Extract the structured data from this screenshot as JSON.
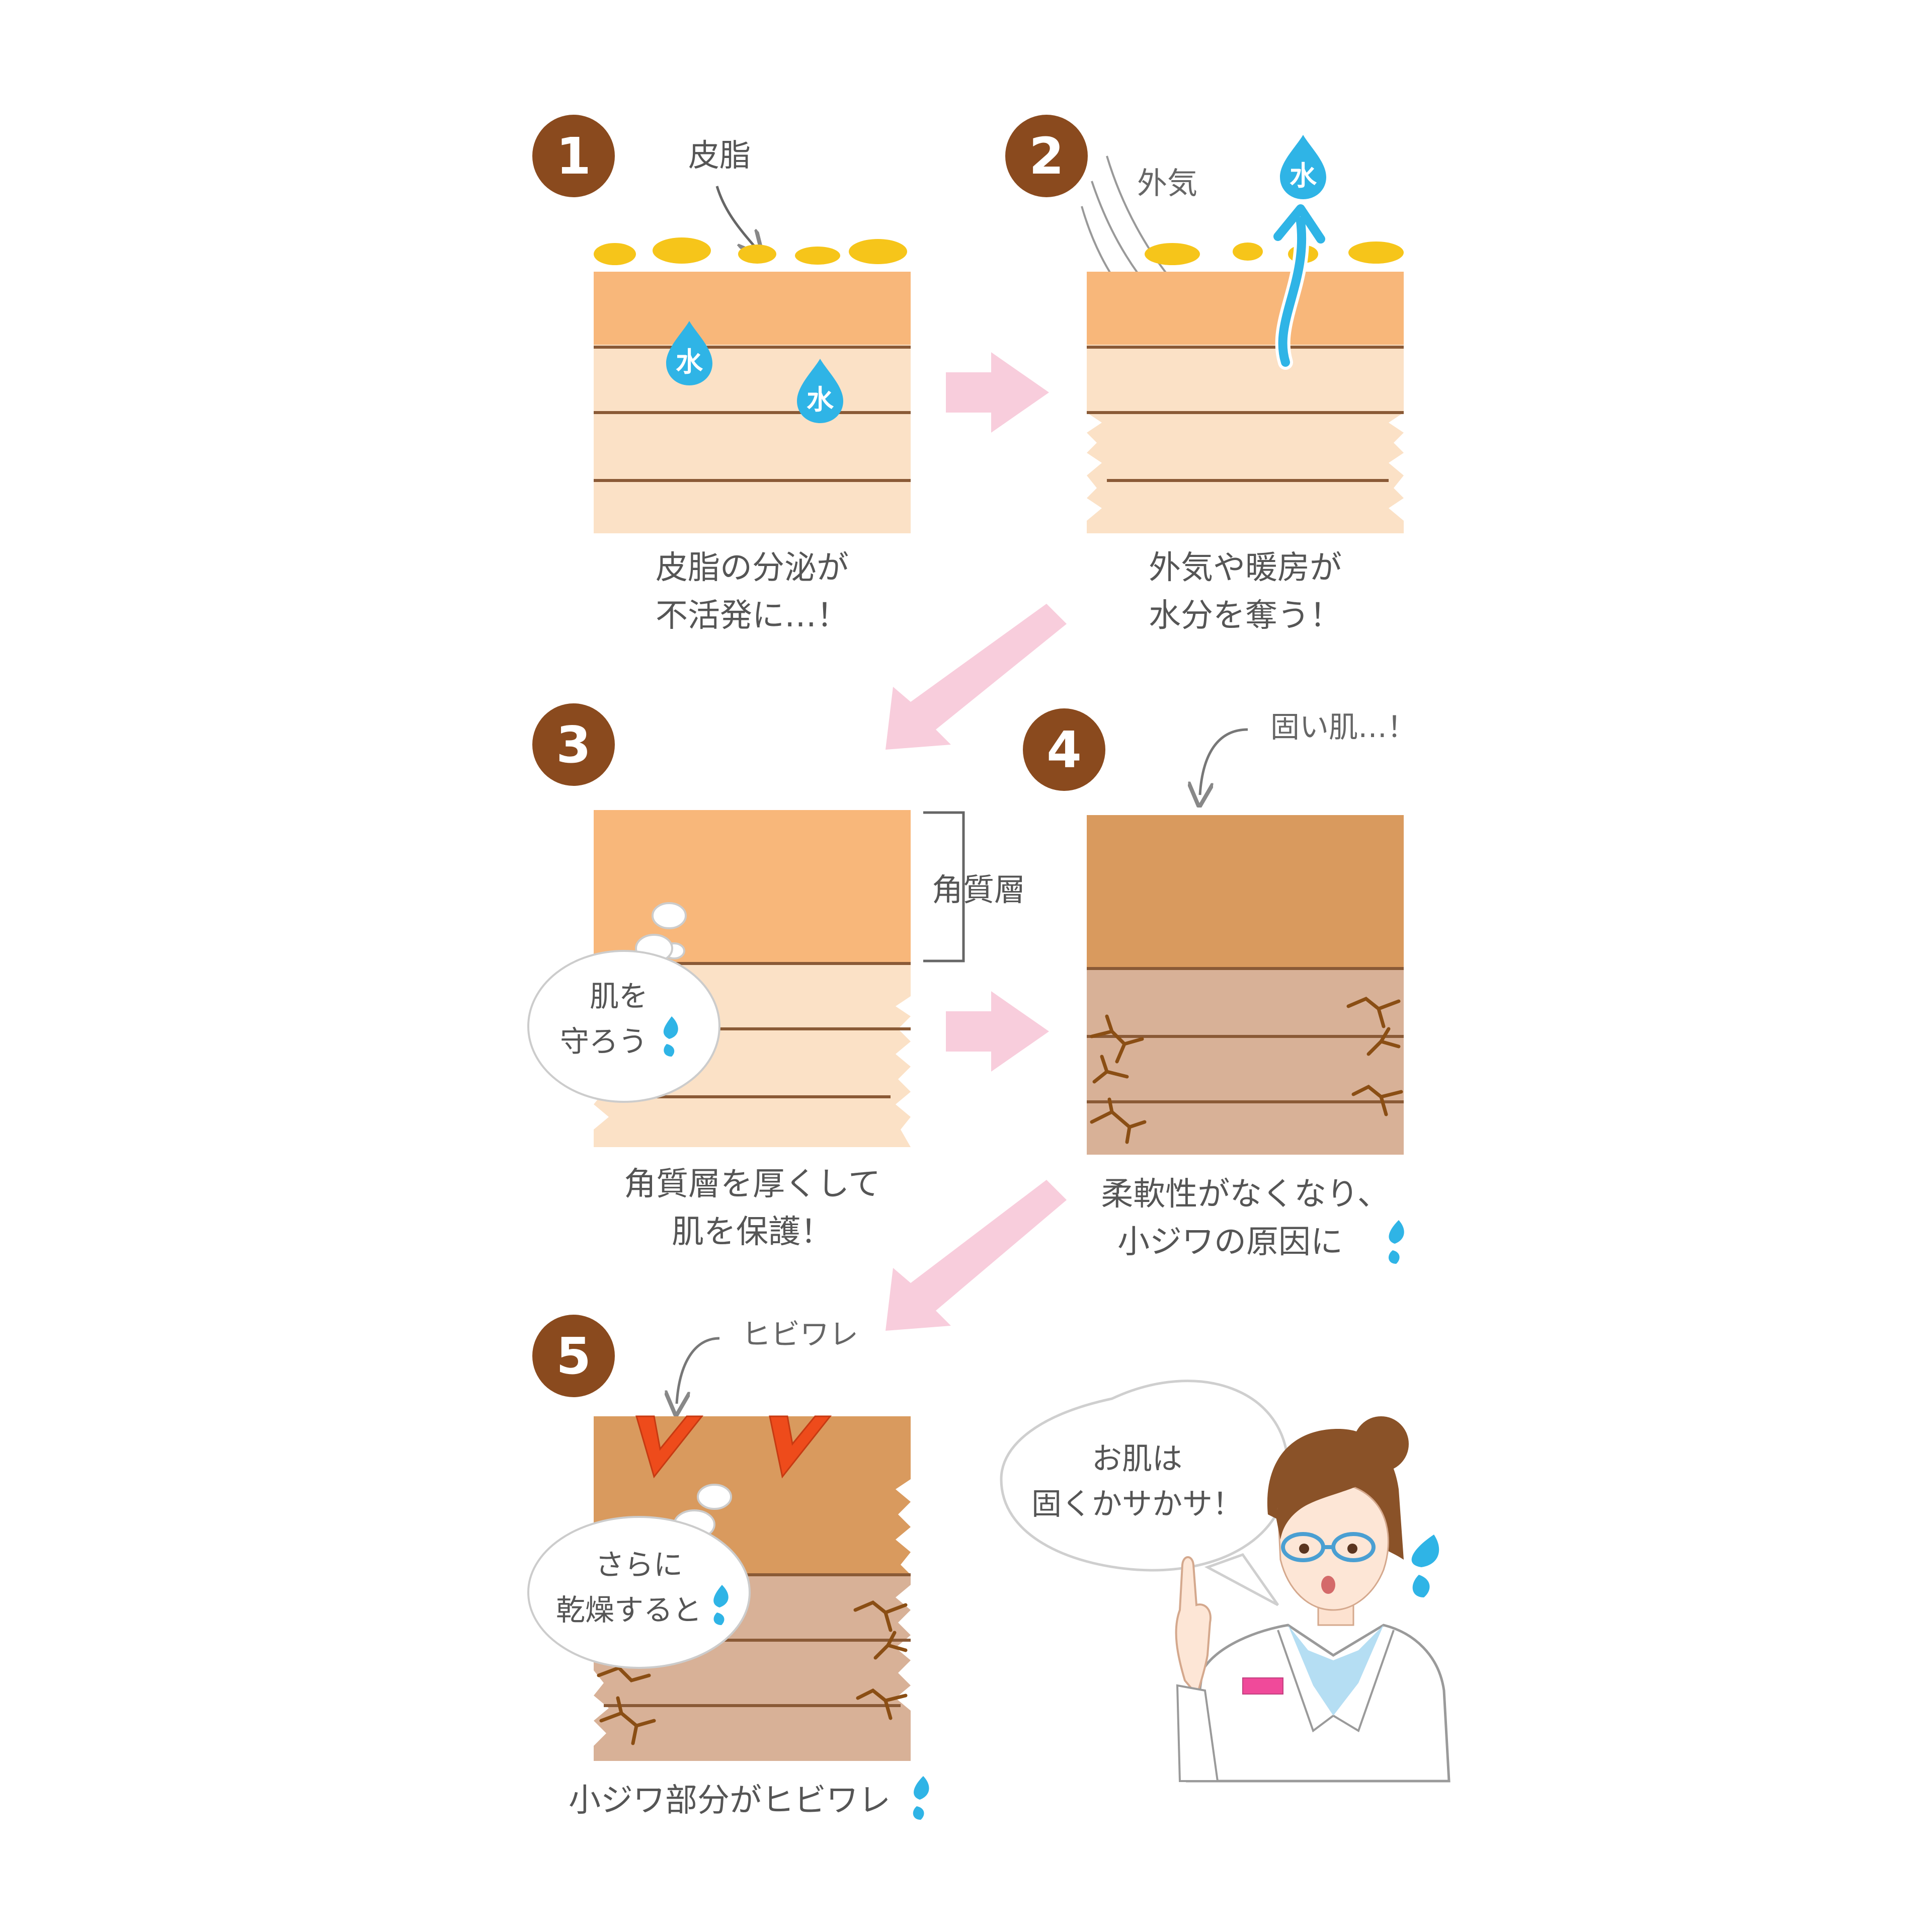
{
  "colors": {
    "badge": "#8a4a1e",
    "sebum": "#f6c51a",
    "layer_top": "#f8b77a",
    "layer_light": "#fbe1c6",
    "layer_hard_top": "#d99a5e",
    "layer_hard_bottom": "#d8b197",
    "line": "#8a5a36",
    "water": "#2fb4e6",
    "arrow_pink": "#f8cddc",
    "crack_fine": "#8a4e14",
    "crack_red": "#ee4b1b",
    "text": "#555555"
  },
  "steps": [
    {
      "number": "1",
      "label": "皮脂",
      "water_labels": [
        "水",
        "水"
      ],
      "caption": [
        "皮脂の分泌が",
        "不活発に…！"
      ]
    },
    {
      "number": "2",
      "label": "外気",
      "water_labels": [
        "水"
      ],
      "caption": [
        "外気や暖房が",
        "水分を奪う！"
      ]
    },
    {
      "number": "3",
      "label": "角質層",
      "bubble": [
        "肌を",
        "守ろう"
      ],
      "caption": [
        "角質層を厚くして",
        "肌を保護！"
      ]
    },
    {
      "number": "4",
      "label": "固い肌…！",
      "caption": [
        "柔軟性がなくなり、",
        "小ジワの原因に"
      ]
    },
    {
      "number": "5",
      "label": "ヒビワレ",
      "bubble": [
        "さらに",
        "乾燥すると"
      ],
      "caption": [
        "小ジワ部分がヒビワレ"
      ]
    }
  ],
  "character": {
    "speech": [
      "お肌は",
      "固くかサかサ！"
    ]
  },
  "icons": [
    "water-drop-icon",
    "sweat-drop-icon",
    "pink-arrow-icon",
    "curved-pointer-arrow-icon"
  ]
}
